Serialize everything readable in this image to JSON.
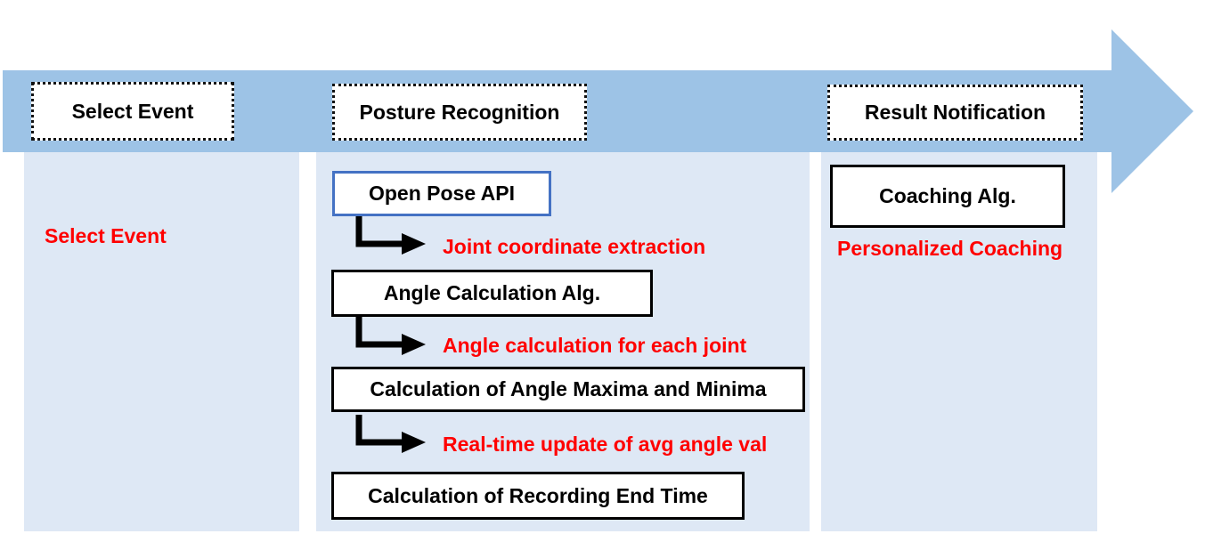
{
  "colors": {
    "band": "#9dc3e6",
    "panel": "#dee8f5",
    "accent_red": "#ff0000",
    "api_border": "#4472c4"
  },
  "stages": [
    {
      "title": "Select Event",
      "outputs": [
        "Select Event"
      ]
    },
    {
      "title": "Posture Recognition",
      "steps": [
        "Open Pose API",
        "Angle Calculation Alg.",
        "Calculation of Angle Maxima and Minima",
        "Calculation of Recording End Time"
      ],
      "outputs": [
        "Joint coordinate extraction",
        "Angle calculation for each joint",
        "Real-time update of avg angle val"
      ]
    },
    {
      "title": "Result Notification",
      "steps": [
        "Coaching Alg."
      ],
      "outputs": [
        "Personalized Coaching"
      ]
    }
  ]
}
